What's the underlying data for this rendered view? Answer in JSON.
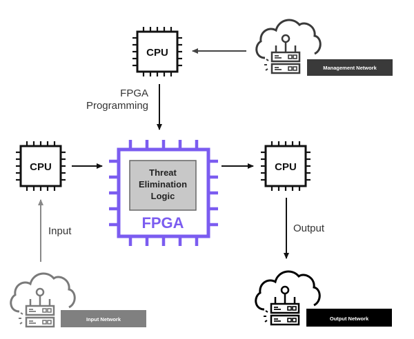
{
  "diagram": {
    "nodes": {
      "cpu_top": {
        "label": "CPU"
      },
      "cpu_left": {
        "label": "CPU"
      },
      "cpu_right": {
        "label": "CPU"
      },
      "fpga": {
        "label": "FPGA",
        "inner_label_lines": [
          "Threat",
          "Elimination",
          "Logic"
        ]
      },
      "management_network": {
        "label": "Management Network"
      },
      "input_network": {
        "label": "Input Network"
      },
      "output_network": {
        "label": "Output Network"
      }
    },
    "edges": [
      {
        "from": "management_network",
        "to": "cpu_top",
        "label": ""
      },
      {
        "from": "cpu_top",
        "to": "fpga",
        "label": "FPGA Programming",
        "label_lines": [
          "FPGA",
          "Programming"
        ]
      },
      {
        "from": "input_network",
        "to": "cpu_left",
        "label": "Input"
      },
      {
        "from": "cpu_left",
        "to": "fpga",
        "label": ""
      },
      {
        "from": "fpga",
        "to": "cpu_right",
        "label": ""
      },
      {
        "from": "cpu_right",
        "to": "output_network",
        "label": "Output"
      }
    ],
    "colors": {
      "fpga_accent": "#7b5cf0",
      "logic_box_fill": "#c8c8c8",
      "management_network_label_bg": "#3a3a3a",
      "input_network_label_bg": "#808080",
      "input_network_icon": "#7a7a7a",
      "output_network_label_bg": "#000000",
      "cpu_stroke": "#111111"
    }
  }
}
